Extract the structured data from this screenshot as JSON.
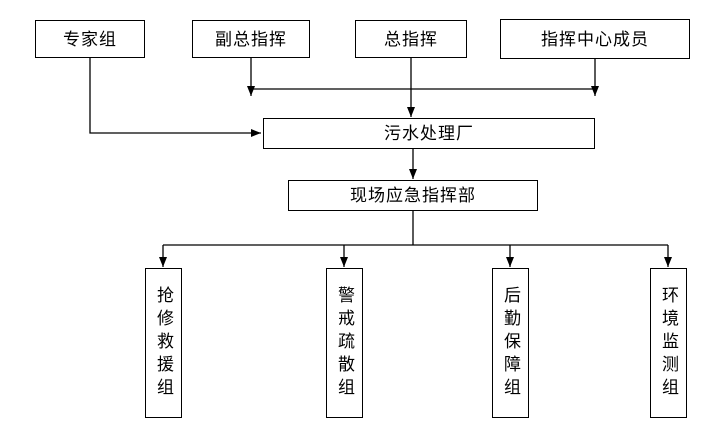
{
  "diagram": {
    "title": "emergency-command-org-chart",
    "top_boxes": [
      {
        "label": "专家组"
      },
      {
        "label": "副总指挥"
      },
      {
        "label": "总指挥"
      },
      {
        "label": "指挥中心成员"
      }
    ],
    "plant": {
      "label": "污水处理厂"
    },
    "command": {
      "label": "现场应急指挥部"
    },
    "bottom_boxes": [
      {
        "label": "抢修救援组"
      },
      {
        "label": "警戒疏散组"
      },
      {
        "label": "后勤保障组"
      },
      {
        "label": "环境监测组"
      }
    ],
    "colors": {
      "line": "#000000",
      "border": "#000000",
      "background": "#ffffff"
    }
  }
}
